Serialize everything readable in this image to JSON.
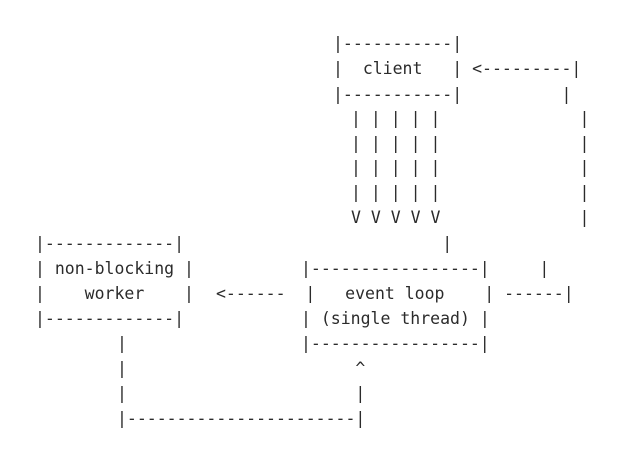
{
  "diagram": {
    "lines": [
      "                |-----------|",
      "                |  client   | <--------|",
      "                |-----------|          |",
      "                 | | | | |             |",
      "                 | | | | |             |",
      "                 | | | | |             |",
      "                 | | | | |             |",
      "                 V V V V V             |",
      " |-------------|                       |",
      " | non-blocking |    |-----------------|     |",
      " |   worker     |  <------  |   event loop    | ------|",
      " |-------------|         | (single thread) |",
      "                         |-----------------|",
      "     |                      ^",
      "     |                      |",
      "     |-----------------------|"
    ],
    "labels": {
      "client": "client",
      "worker_line1": "non-blocking",
      "worker_line2": "worker",
      "event_loop_line1": "event loop",
      "event_loop_line2": "(single thread)"
    }
  }
}
